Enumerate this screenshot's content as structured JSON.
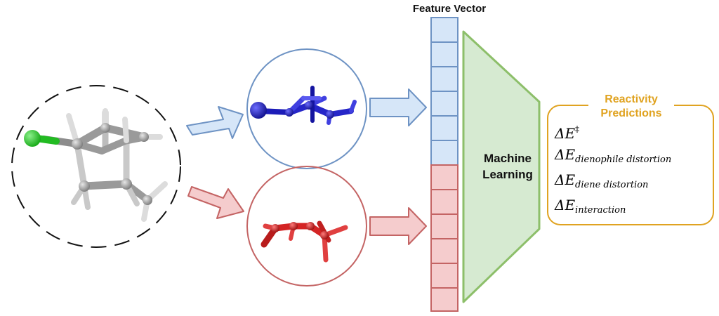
{
  "feature_vector": {
    "title": "Feature Vector"
  },
  "machine_learning": {
    "line1": "Machine",
    "line2": "Learning"
  },
  "reactivity": {
    "title_line1": "Reactivity",
    "title_line2": "Predictions",
    "predictions": [
      {
        "symbol": "ΔE",
        "sup": "‡",
        "sub": ""
      },
      {
        "symbol": "ΔE",
        "sup": "",
        "sub": "dienophile distortion"
      },
      {
        "symbol": "ΔE",
        "sup": "",
        "sub": "diene distortion"
      },
      {
        "symbol": "ΔE",
        "sup": "",
        "sub": "interaction"
      }
    ]
  },
  "colors": {
    "blue_fill": "#d6e6f8",
    "blue_stroke": "#6e93c4",
    "red_fill": "#f5cccd",
    "red_stroke": "#c46464",
    "green_fill": "#d6ead1",
    "green_stroke": "#8dbf6a",
    "gold": "#e0a321",
    "blue_molecule": "#2626c8",
    "red_molecule": "#d42424",
    "chlorine": "#22cc22",
    "carbon": "#8c8c8c"
  }
}
